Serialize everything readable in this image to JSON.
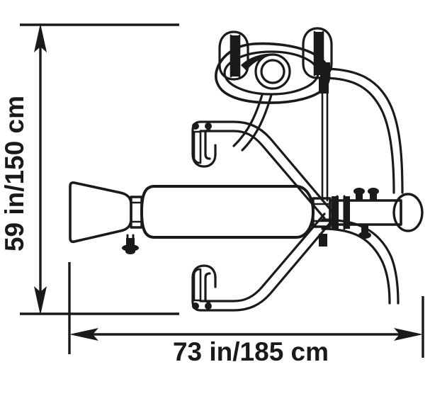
{
  "figure": {
    "name": "equipment-footprint-dimension-drawing",
    "subject": "weight bench with leg developer, top view",
    "background_color": "#ffffff",
    "line_color": "#1a1a1a"
  },
  "dimensions": {
    "vertical": {
      "label": "59 in/150 cm",
      "value_in": 59,
      "value_cm": 150,
      "orientation": "vertical",
      "axis": "depth"
    },
    "horizontal": {
      "label": "73 in/185 cm",
      "value_in": 73,
      "value_cm": 185,
      "orientation": "horizontal",
      "axis": "length"
    }
  },
  "machine_parts": {
    "headrest_pad": "headrest-pad",
    "main_bench_pad": "main-bench-pad",
    "seat_pad": "seat-pad",
    "handle_grips": [
      "left-handle-grip",
      "right-handle-grip"
    ],
    "upper_leg_arm": "upper-leg-developer-arm",
    "lower_leg_arm": "lower-leg-developer-arm",
    "crossbar": "weight-post-crossbar",
    "frame_tubes": [
      "upper-curved-frame-tube",
      "lower-curved-frame-tube"
    ],
    "adjustment_post": "vertical-adjustment-post",
    "stabilizer_foot": "stabilizer-foot"
  }
}
